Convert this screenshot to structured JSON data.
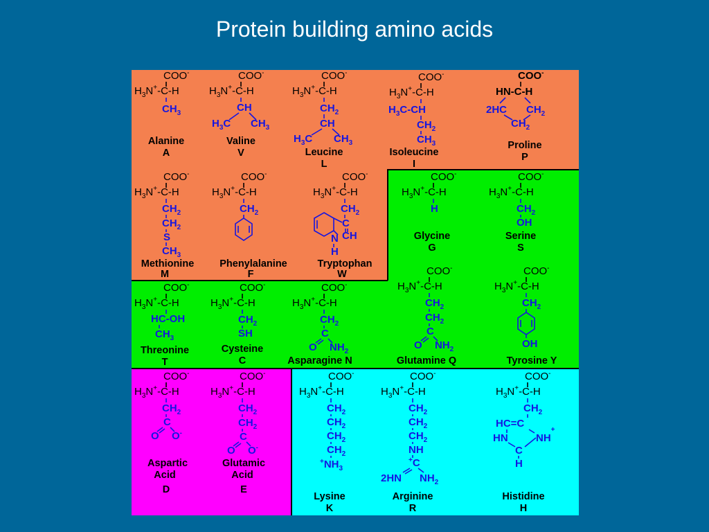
{
  "title": "Protein building amino acids",
  "colors": {
    "background": "#006699",
    "nonpolar": "#f4804f",
    "polar": "#00ee00",
    "acidic": "#ff00ff",
    "basic": "#00ffff",
    "structure_text": "#000000",
    "side_chain": "#1515e0"
  },
  "amino_acids": [
    {
      "name": "Alanine",
      "code": "A",
      "side_chain": [
        "CH3"
      ]
    },
    {
      "name": "Valine",
      "code": "V",
      "side_chain": [
        "CH",
        "H3C",
        "CH3"
      ]
    },
    {
      "name": "Leucine",
      "code": "L",
      "side_chain": [
        "CH2",
        "CH",
        "H3C",
        "CH3"
      ]
    },
    {
      "name": "Isoleucine",
      "code": "I",
      "side_chain": [
        "H3C-CH",
        "CH2",
        "CH3"
      ]
    },
    {
      "name": "Proline",
      "code": "P",
      "side_chain": [
        "HN-C-H",
        "2HC",
        "CH2",
        "CH2"
      ]
    },
    {
      "name": "Methionine",
      "code": "M",
      "side_chain": [
        "CH2",
        "CH2",
        "S",
        "CH3"
      ]
    },
    {
      "name": "Phenylalanine",
      "code": "F",
      "side_chain": [
        "CH2",
        "benzene-ring"
      ]
    },
    {
      "name": "Tryptophan",
      "code": "W",
      "side_chain": [
        "CH2",
        "C",
        "CH",
        "N",
        "H",
        "indole-ring"
      ]
    },
    {
      "name": "Glycine",
      "code": "G",
      "side_chain": [
        "H"
      ]
    },
    {
      "name": "Serine",
      "code": "S",
      "side_chain": [
        "CH2",
        "OH"
      ]
    },
    {
      "name": "Threonine",
      "code": "T",
      "side_chain": [
        "HC-OH",
        "CH3"
      ]
    },
    {
      "name": "Cysteine",
      "code": "C",
      "side_chain": [
        "CH2",
        "SH"
      ]
    },
    {
      "name": "Asparagine",
      "code": "N",
      "side_chain": [
        "CH2",
        "C",
        "O",
        "NH2"
      ]
    },
    {
      "name": "Glutamine",
      "code": "Q",
      "side_chain": [
        "CH2",
        "CH2",
        "C",
        "O",
        "NH2"
      ]
    },
    {
      "name": "Tyrosine",
      "code": "Y",
      "side_chain": [
        "CH2",
        "benzene-ring",
        "OH"
      ]
    },
    {
      "name": "Aspartic Acid",
      "code": "D",
      "side_chain": [
        "CH2",
        "C",
        "O",
        "O-"
      ]
    },
    {
      "name": "Glutamic Acid",
      "code": "E",
      "side_chain": [
        "CH2",
        "CH2",
        "C",
        "O",
        "O-"
      ]
    },
    {
      "name": "Lysine",
      "code": "K",
      "side_chain": [
        "CH2",
        "CH2",
        "CH2",
        "CH2",
        "+NH3"
      ]
    },
    {
      "name": "Arginine",
      "code": "R",
      "side_chain": [
        "CH2",
        "CH2",
        "CH2",
        "NH",
        "C",
        "2HN",
        "NH2"
      ]
    },
    {
      "name": "Histidine",
      "code": "H",
      "side_chain": [
        "CH2",
        "HC=C",
        "HN",
        "NH",
        "C",
        "H"
      ]
    }
  ]
}
